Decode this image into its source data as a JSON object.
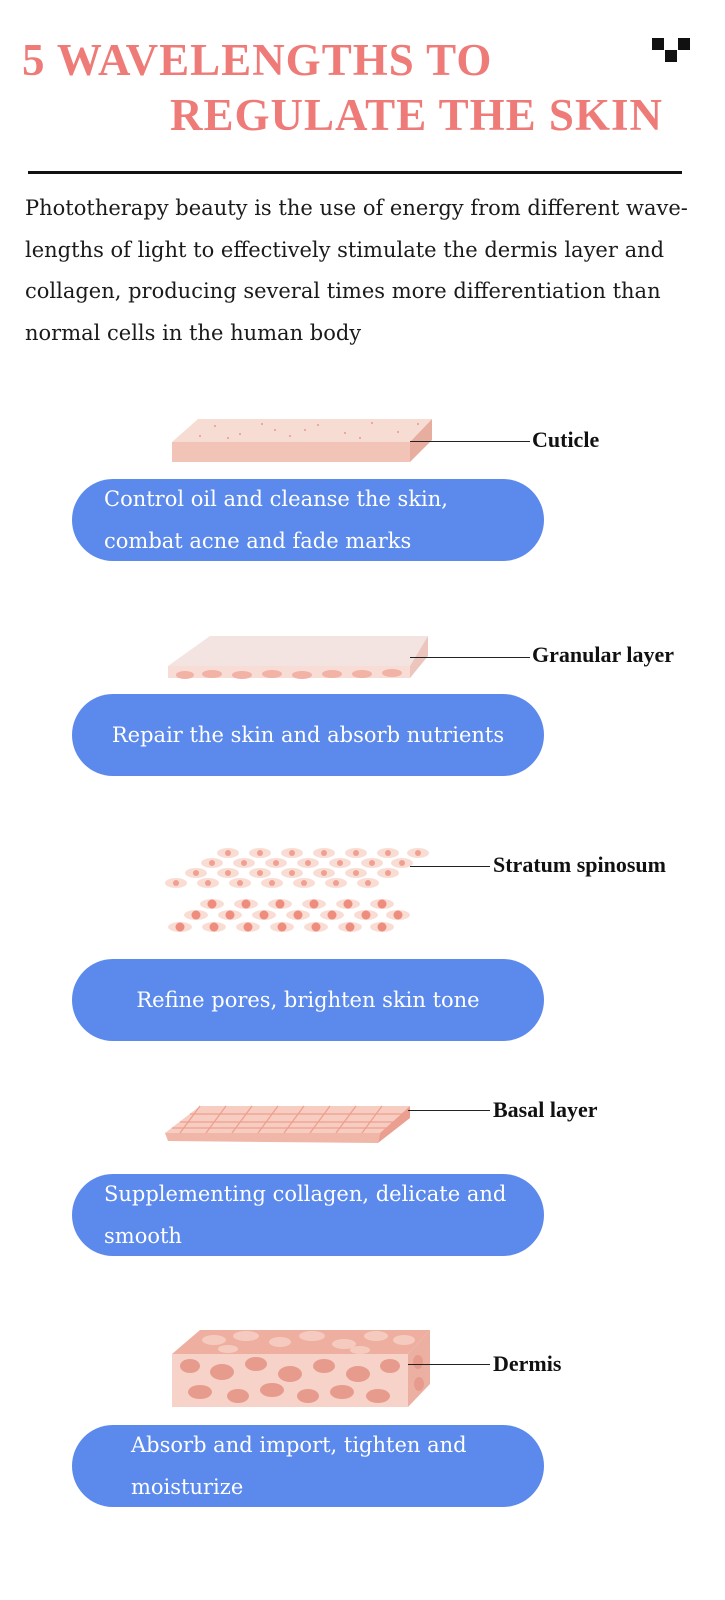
{
  "header": {
    "title_line1": "5 WAVELENGTHS TO",
    "title_line2": "REGULATE THE SKIN",
    "logo_icon": "checker-logo-icon"
  },
  "intro": "Phototherapy beauty is the use of energy from different wave-lengths of light to effectively stimulate the dermis layer and collagen, producing several times more differentiation than normal cells in the human body",
  "colors": {
    "title": "#ee7b78",
    "pill": "#5b89ec",
    "skin_light": "#f6d2c6",
    "skin_dark": "#eea79a"
  },
  "layers": [
    {
      "label": "Cuticle",
      "benefit": "Control oil and cleanse the skin, combat acne and fade marks",
      "icon": "cuticle-layer-icon"
    },
    {
      "label": "Granular layer",
      "benefit": "Repair the skin and absorb nutrients",
      "icon": "granular-layer-icon"
    },
    {
      "label": "Stratum spinosum",
      "benefit": "Refine pores, brighten skin tone",
      "icon": "stratum-spinosum-icon"
    },
    {
      "label": "Basal layer",
      "benefit": "Supplementing collagen, delicate and smooth",
      "icon": "basal-layer-icon"
    },
    {
      "label": "Dermis",
      "benefit": "Absorb and import, tighten and moisturize",
      "icon": "dermis-layer-icon"
    }
  ]
}
